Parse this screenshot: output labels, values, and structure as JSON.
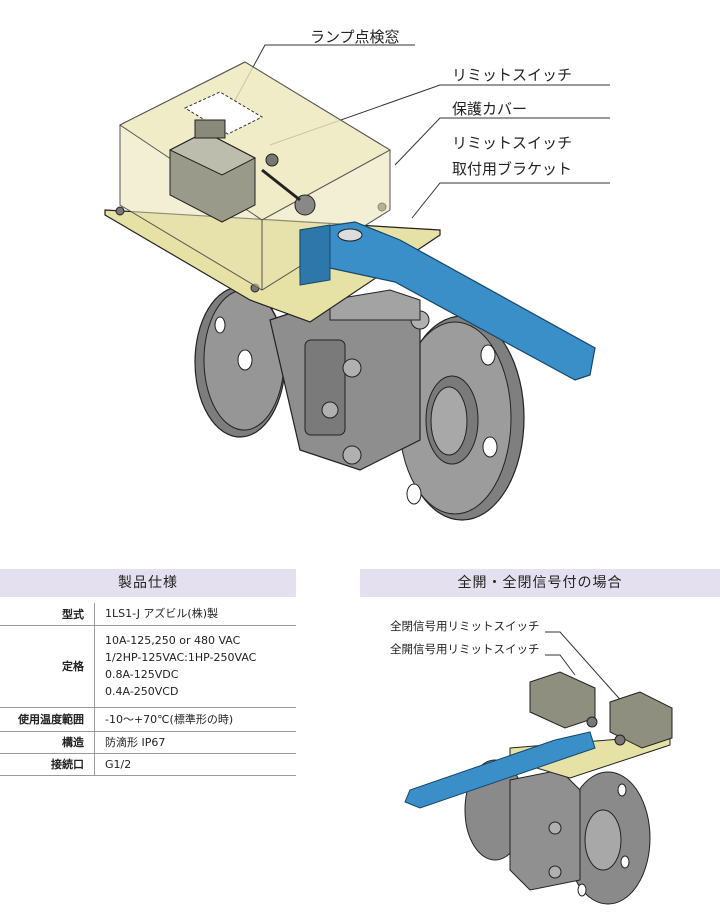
{
  "callouts": {
    "lamp_window": "ランプ点検窓",
    "limit_switch": "リミットスイッチ",
    "protective_cover": "保護カバー",
    "bracket_line1": "リミットスイッチ",
    "bracket_line2": "取付用ブラケット"
  },
  "spec": {
    "header": "製品仕様",
    "rows": [
      {
        "key": "型式",
        "lines": [
          "1LS1-J アズビル(株)製"
        ]
      },
      {
        "key": "定格",
        "lines": [
          "10A-125,250 or 480 VAC",
          "1/2HP-125VAC:1HP-250VAC",
          "0.8A-125VDC",
          "0.4A-250VCD"
        ]
      },
      {
        "key": "使用温度範囲",
        "lines": [
          "-10～+70℃(標準形の時)"
        ]
      },
      {
        "key": "構造",
        "lines": [
          "防滴形 IP67"
        ]
      },
      {
        "key": "接続口",
        "lines": [
          "G1/2"
        ]
      }
    ]
  },
  "signal": {
    "header": "全開・全閉信号付の場合",
    "label_close": "全閉信号用リミットスイッチ",
    "label_open": "全開信号用リミットスイッチ"
  },
  "colors": {
    "handle": "#3b8fc9",
    "cover": "#e7e1b0",
    "bracket": "#e6e2a6",
    "body": "#8a8a8a",
    "header_bg": "#e5e0ef"
  }
}
